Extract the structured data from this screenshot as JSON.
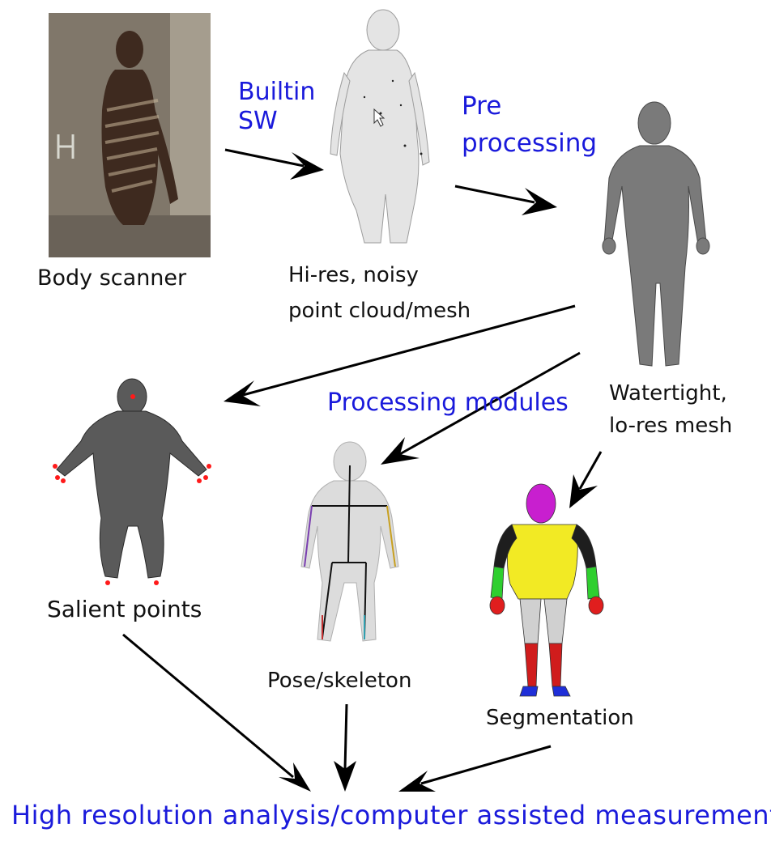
{
  "labels": {
    "body_scanner": "Body scanner",
    "builtin_line1": "Builtin",
    "builtin_line2": "SW",
    "hires_line1": "Hi-res, noisy",
    "hires_line2": "point cloud/mesh",
    "pre_line1": "Pre",
    "pre_line2": "processing",
    "watertight_line1": "Watertight,",
    "watertight_line2": "lo-res mesh",
    "processing_modules": "Processing modules",
    "salient_points": "Salient points",
    "pose_skeleton": "Pose/skeleton",
    "segmentation": "Segmentation",
    "bottom_title": "High resolution analysis/computer assisted measurements"
  },
  "colors": {
    "blue_text": "#1a1adb",
    "black_text": "#111111",
    "segment_head": "#c81fcf",
    "segment_torso": "#f2ea24",
    "segment_upper_arm": "#1e1e1e",
    "segment_forearm": "#2fcf2f",
    "segment_hand": "#e01e1e",
    "segment_thigh": "#d0d0d0",
    "segment_shin": "#d01c1c",
    "segment_foot": "#1f2fd8",
    "salient_marker": "#ff1a1a"
  }
}
